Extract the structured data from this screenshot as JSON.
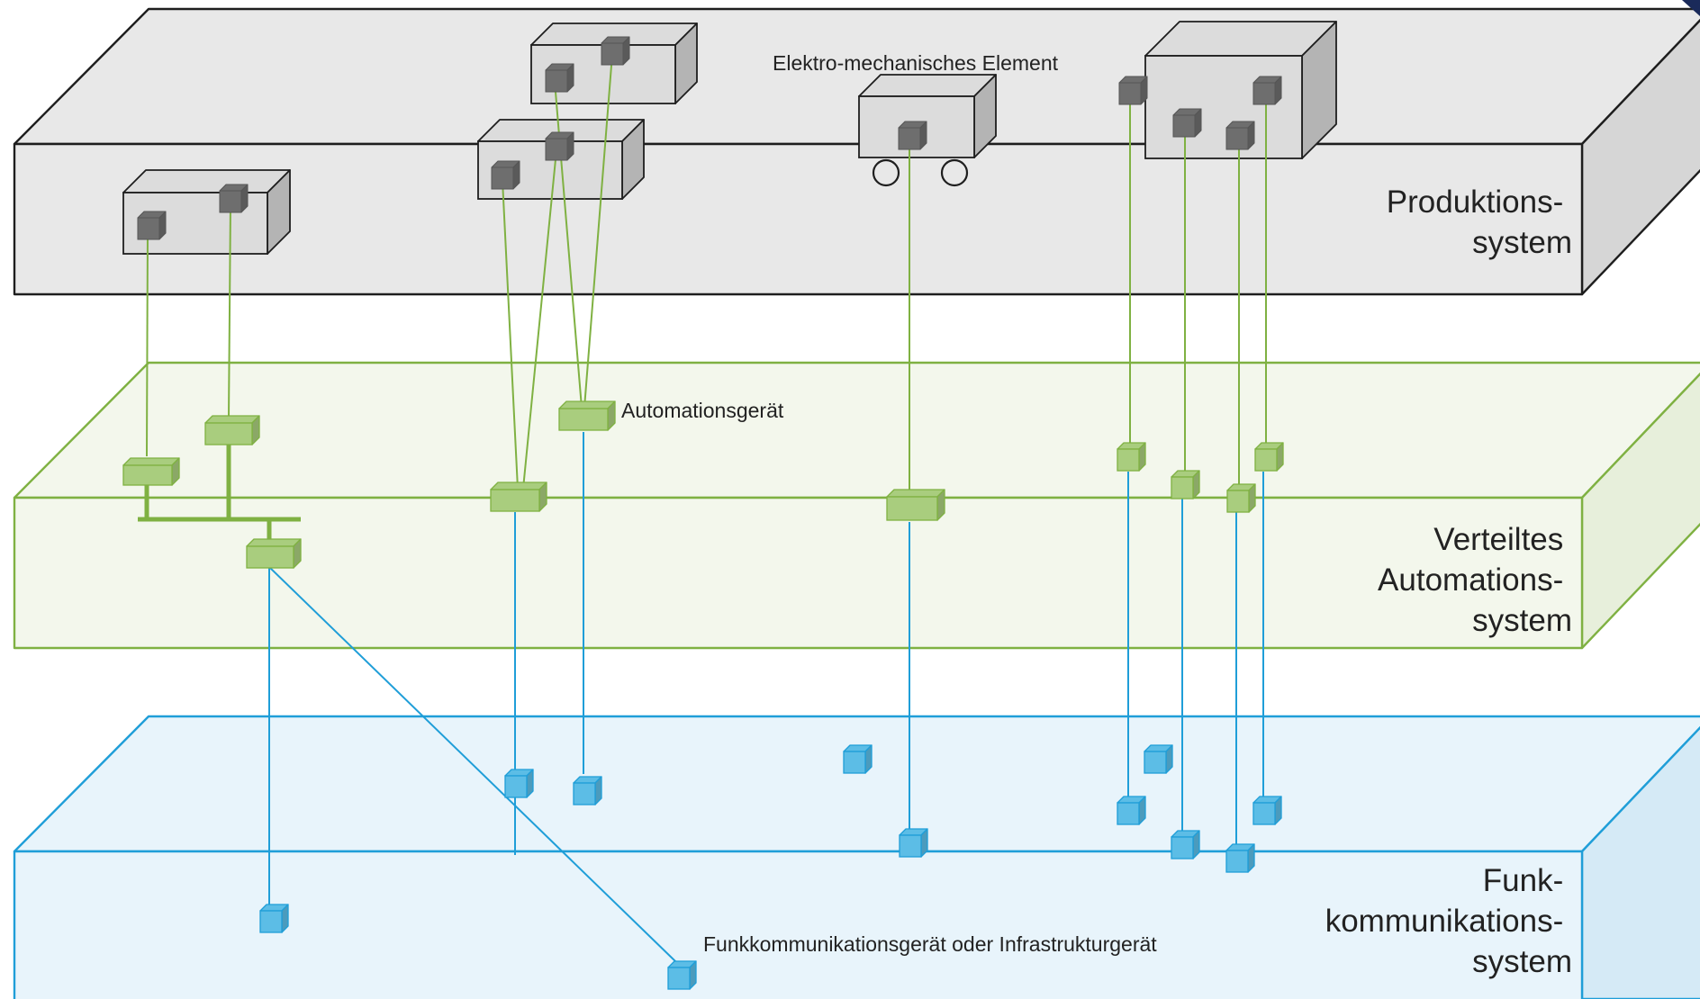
{
  "layers": {
    "production": {
      "label_lines": [
        "Produktions-",
        "system"
      ],
      "fill": "#e8e8e8",
      "stroke": "#1e1e1e"
    },
    "automation": {
      "label_lines": [
        "Verteiltes",
        "Automations-",
        "system"
      ],
      "fill": "#f3f7ec",
      "stroke": "#7fb142"
    },
    "radio": {
      "label_lines": [
        "Funk-",
        "kommunikations-",
        "system"
      ],
      "fill": "#e8f4fb",
      "stroke": "#1f9ed8"
    }
  },
  "callouts": {
    "element": "Elektro-mechanisches Element",
    "automation_device": "Automationsgerät",
    "radio_device": "Funkkommunikationsgerät oder Infrastrukturgerät"
  },
  "colors": {
    "machine_fill": "#dcdcdc",
    "sensor_fill": "#6e6e6e",
    "automation_device_fill": "#a9cd7e",
    "automation_device_stroke": "#7fb142",
    "automation_link": "#7fb142",
    "radio_device_fill": "#5cbde6",
    "radio_device_stroke": "#1f9ed8",
    "radio_link": "#1f9ed8"
  }
}
